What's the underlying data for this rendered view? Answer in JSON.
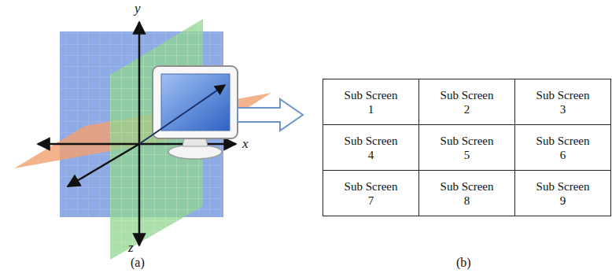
{
  "diagram": {
    "labels": [
      "y",
      "x",
      "z",
      "(a)",
      "Sub Screen 1",
      "Sub Screen 2",
      "Sub Screen 3",
      "Sub Screen 4",
      "Sub Screen 5",
      "Sub Screen 6",
      "Sub Screen 7",
      "Sub Screen 8",
      "Sub Screen 9",
      "(b)"
    ]
  }
}
